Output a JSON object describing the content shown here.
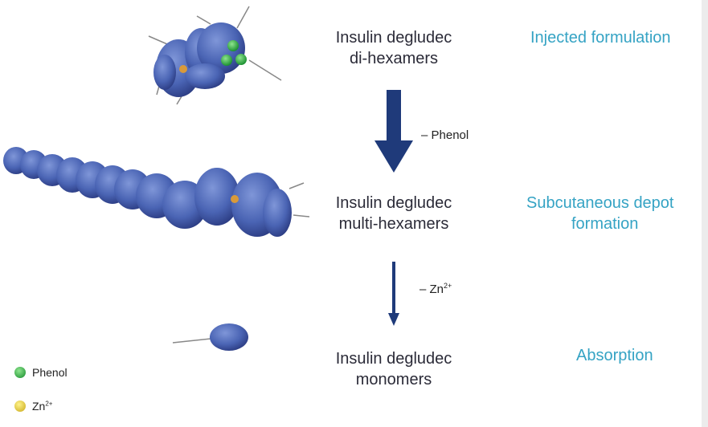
{
  "stages": [
    {
      "line1": "Insulin degludec",
      "line2": "di-hexamers"
    },
    {
      "line1": "Insulin degludec",
      "line2": "multi-hexamers"
    },
    {
      "line1": "Insulin degludec",
      "line2": "monomers"
    }
  ],
  "phases": [
    {
      "line1": "Injected formulation",
      "line2": ""
    },
    {
      "line1": "Subcutaneous depot",
      "line2": "formation"
    },
    {
      "line1": "Absorption",
      "line2": ""
    }
  ],
  "steps": {
    "phenol": "– Phenol",
    "zinc_base": "– Zn",
    "zinc_sup": "2+"
  },
  "legend": {
    "phenol": "Phenol",
    "zinc_base": "Zn",
    "zinc_sup": "2+"
  },
  "colors": {
    "protein": "#4a64b4",
    "arrow": "#1f3a7a",
    "phase_text": "#35a3c4",
    "phenol": "#2fa544",
    "zinc": "#e0c92a"
  }
}
